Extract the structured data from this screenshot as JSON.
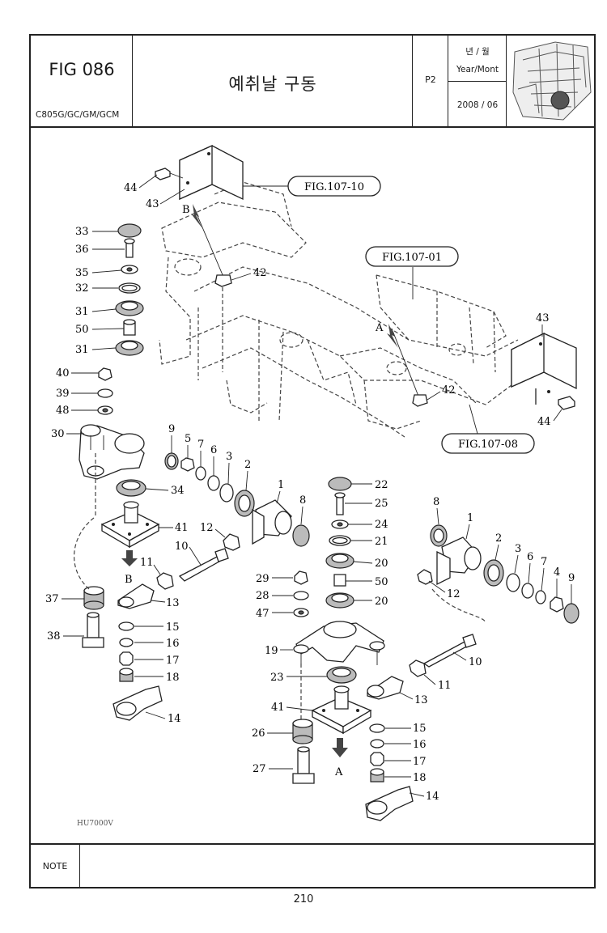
{
  "header": {
    "fig_number": "FIG 086",
    "model": "C805G/GC/GM/GCM",
    "title": "예취날 구동",
    "page_code": "P2",
    "date_label_kor": "년 / 월",
    "date_label_eng": "Year/Mont",
    "date_value": "2008 / 06"
  },
  "callouts": {
    "fig_107_10": "FIG.107-10",
    "fig_107_01": "FIG.107-01",
    "fig_107_08": "FIG.107-08"
  },
  "arrows": {
    "a": "A",
    "b": "B"
  },
  "drawing_code": "HU7000V",
  "note_label": "NOTE",
  "page_number": "210",
  "parts_left_stack": [
    {
      "no": "44"
    },
    {
      "no": "43"
    },
    {
      "no": "33"
    },
    {
      "no": "36"
    },
    {
      "no": "35"
    },
    {
      "no": "32"
    },
    {
      "no": "31"
    },
    {
      "no": "50"
    },
    {
      "no": "31"
    },
    {
      "no": "40"
    },
    {
      "no": "39"
    },
    {
      "no": "48"
    },
    {
      "no": "30"
    },
    {
      "no": "34"
    },
    {
      "no": "41"
    },
    {
      "no": "37"
    },
    {
      "no": "38"
    }
  ],
  "parts_left_drive": [
    {
      "no": "9"
    },
    {
      "no": "5"
    },
    {
      "no": "7"
    },
    {
      "no": "6"
    },
    {
      "no": "3"
    },
    {
      "no": "2"
    },
    {
      "no": "1"
    },
    {
      "no": "8"
    },
    {
      "no": "12"
    },
    {
      "no": "10"
    },
    {
      "no": "11"
    },
    {
      "no": "13"
    },
    {
      "no": "15"
    },
    {
      "no": "16"
    },
    {
      "no": "17"
    },
    {
      "no": "18"
    },
    {
      "no": "14"
    }
  ],
  "parts_right": [
    {
      "no": "42"
    },
    {
      "no": "42"
    },
    {
      "no": "43"
    },
    {
      "no": "44"
    },
    {
      "no": "22"
    },
    {
      "no": "25"
    },
    {
      "no": "24"
    },
    {
      "no": "21"
    },
    {
      "no": "20"
    },
    {
      "no": "50"
    },
    {
      "no": "20"
    },
    {
      "no": "29"
    },
    {
      "no": "28"
    },
    {
      "no": "47"
    },
    {
      "no": "19"
    },
    {
      "no": "23"
    },
    {
      "no": "41"
    },
    {
      "no": "26"
    },
    {
      "no": "27"
    },
    {
      "no": "8"
    },
    {
      "no": "1"
    },
    {
      "no": "2"
    },
    {
      "no": "3"
    },
    {
      "no": "6"
    },
    {
      "no": "7"
    },
    {
      "no": "4"
    },
    {
      "no": "9"
    },
    {
      "no": "12"
    },
    {
      "no": "10"
    },
    {
      "no": "11"
    },
    {
      "no": "13"
    },
    {
      "no": "15"
    },
    {
      "no": "16"
    },
    {
      "no": "17"
    },
    {
      "no": "18"
    },
    {
      "no": "14"
    }
  ]
}
